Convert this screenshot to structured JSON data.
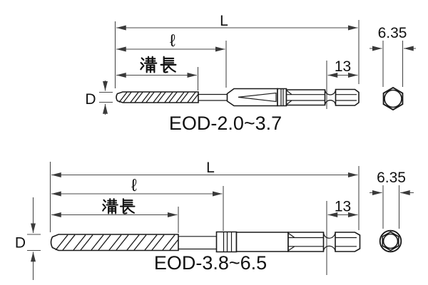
{
  "colors": {
    "background": "#ffffff",
    "outline": "#1a1a1a",
    "dimension_lines": "#4a4a4a",
    "text": "#111111"
  },
  "top": {
    "model": "EOD-2.0~3.7",
    "labels": {
      "overall_length": "L",
      "body_length": "ℓ",
      "flute_length": "溝長",
      "drive_end_length": "13",
      "hex_width": "6.35",
      "diameter": "D"
    }
  },
  "bottom": {
    "model": "EOD-3.8~6.5",
    "labels": {
      "overall_length": "L",
      "body_length": "ℓ",
      "flute_length": "溝長",
      "drive_end_length": "13",
      "hex_width": "6.35",
      "diameter": "D"
    }
  }
}
